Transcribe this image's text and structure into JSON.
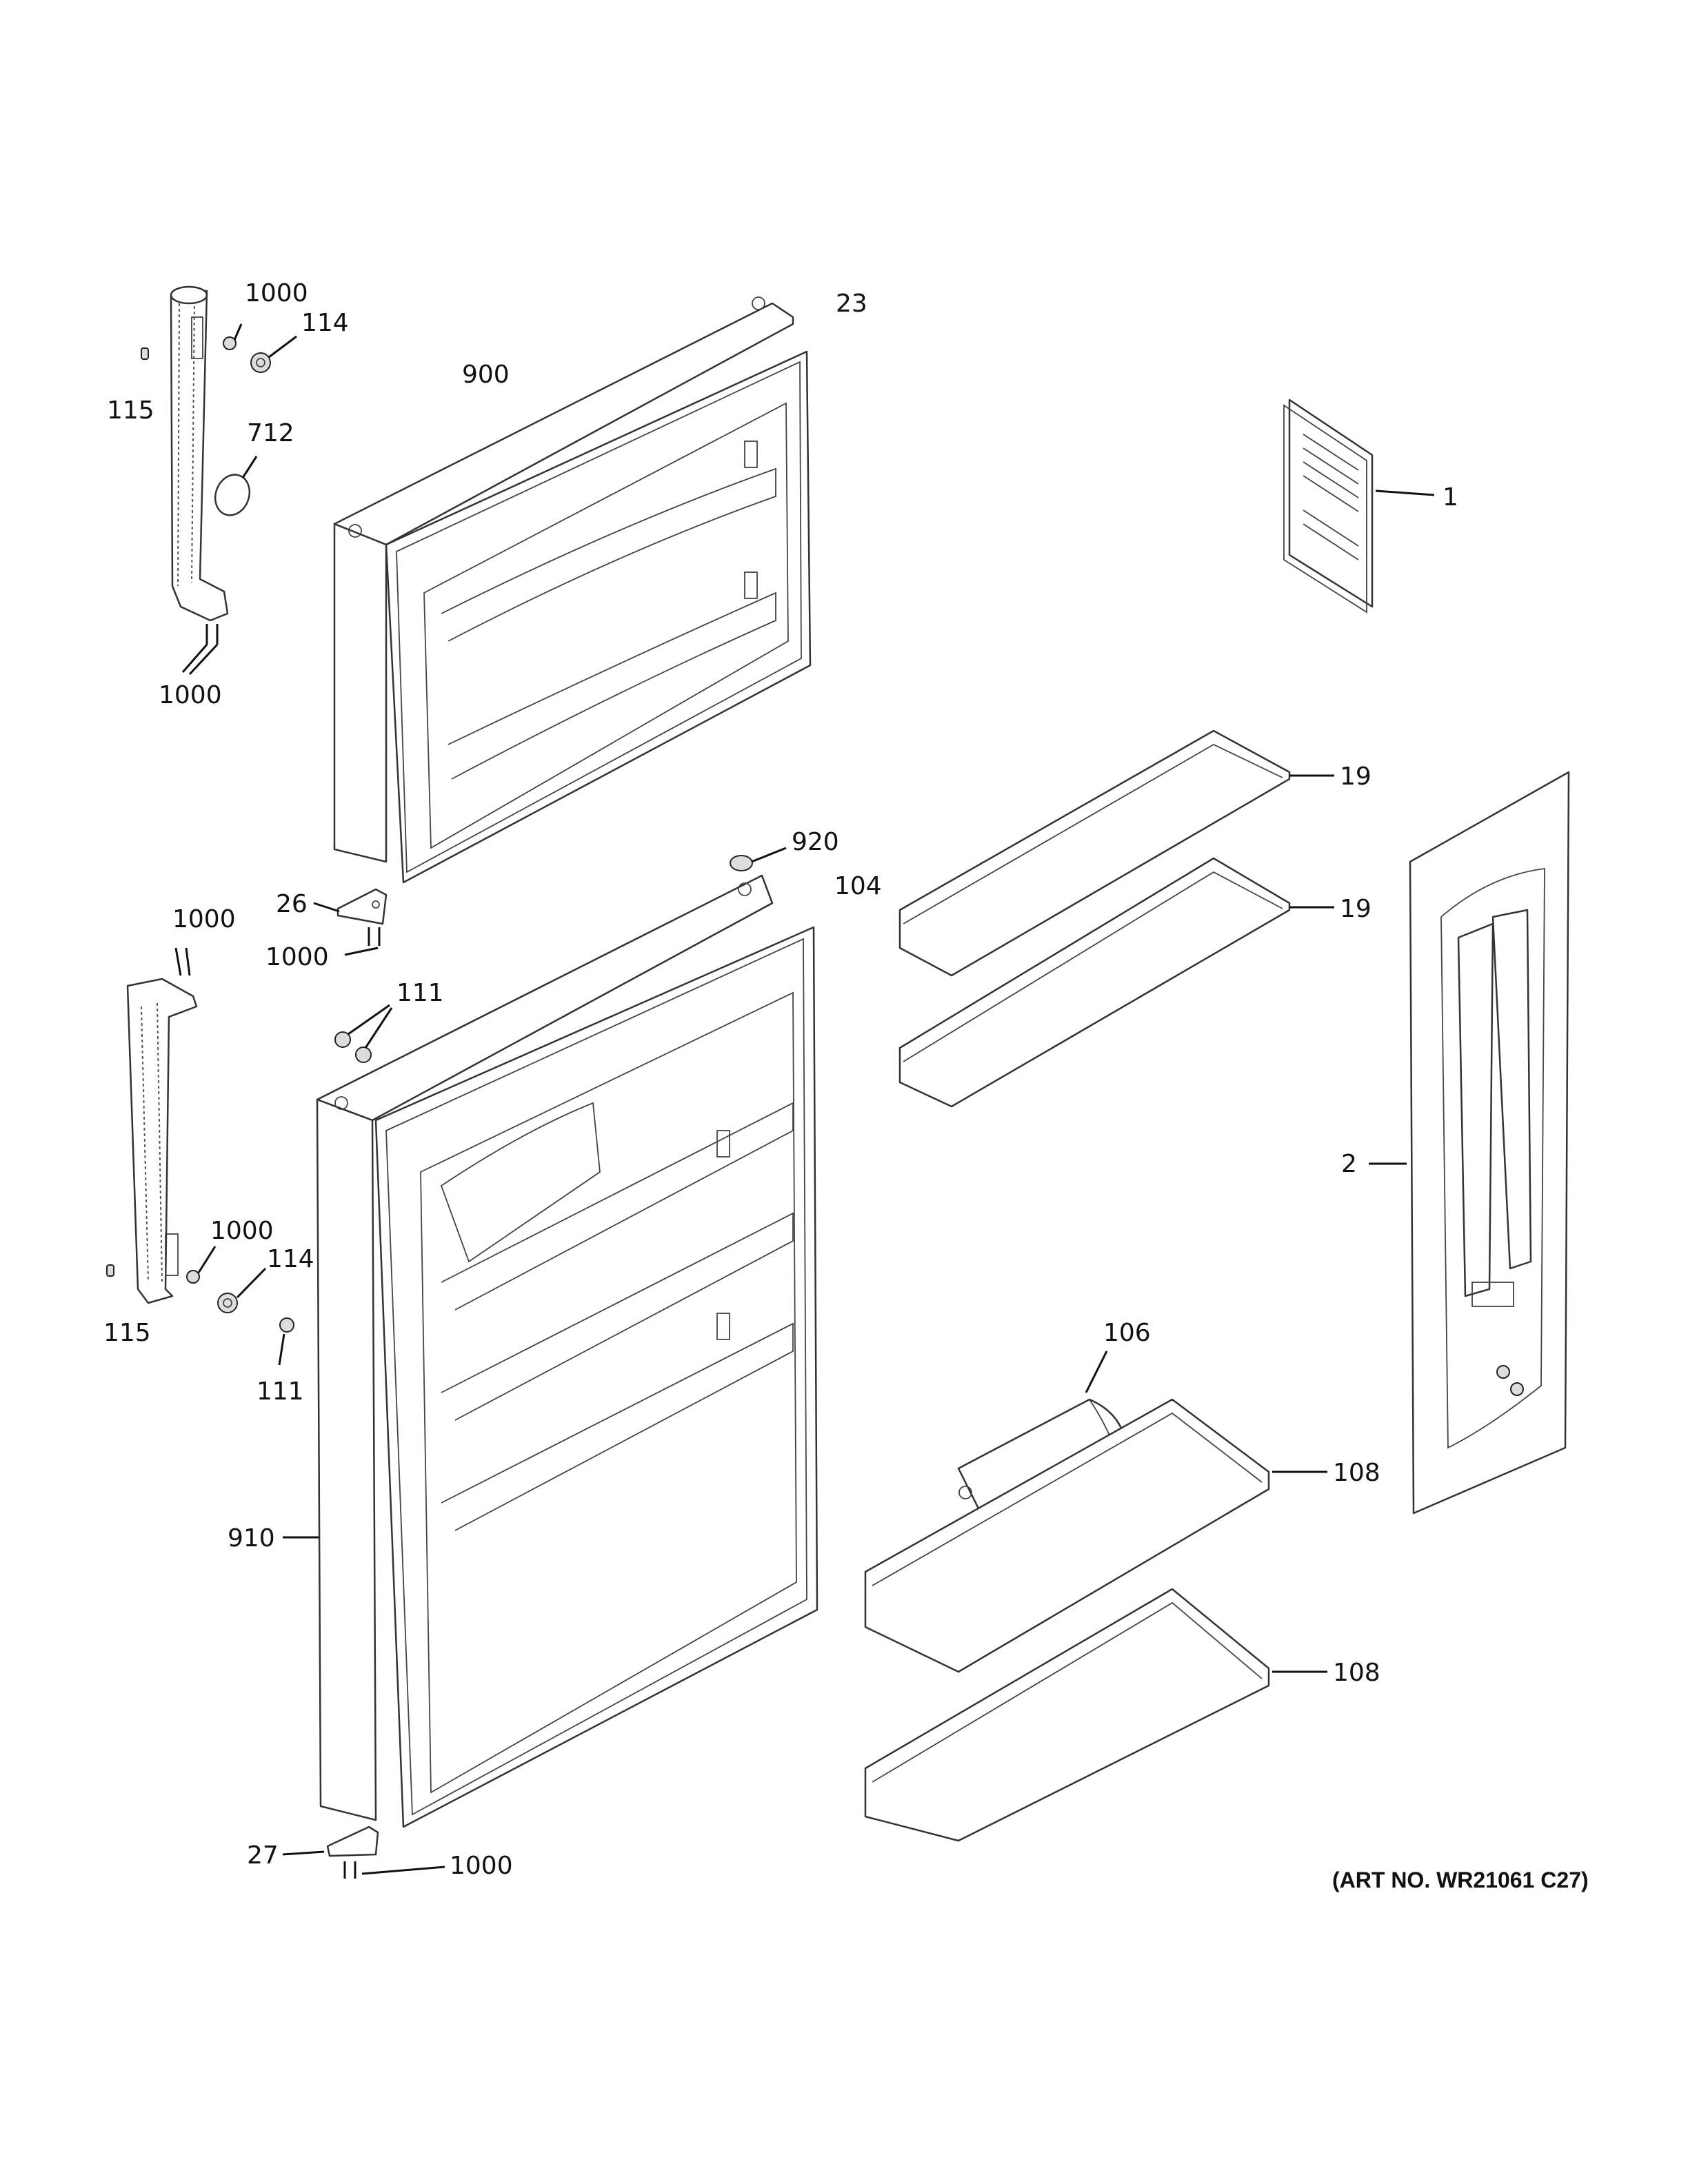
{
  "labels": {
    "l1000_a": "1000",
    "l114_a": "114",
    "l115_a": "115",
    "l712": "712",
    "l1000_b": "1000",
    "l900": "900",
    "l23": "23",
    "l1": "1",
    "l19_a": "19",
    "l19_b": "19",
    "l920": "920",
    "l104": "104",
    "l26": "26",
    "l1000_c": "1000",
    "l1000_d": "1000",
    "l111_a": "111",
    "l2": "2",
    "l1000_e": "1000",
    "l114_b": "114",
    "l115_b": "115",
    "l111_b": "111",
    "l106": "106",
    "l108_a": "108",
    "l910": "910",
    "l108_b": "108",
    "l27": "27",
    "l1000_f": "1000"
  },
  "art_number": "(ART NO. WR21061 C27)"
}
